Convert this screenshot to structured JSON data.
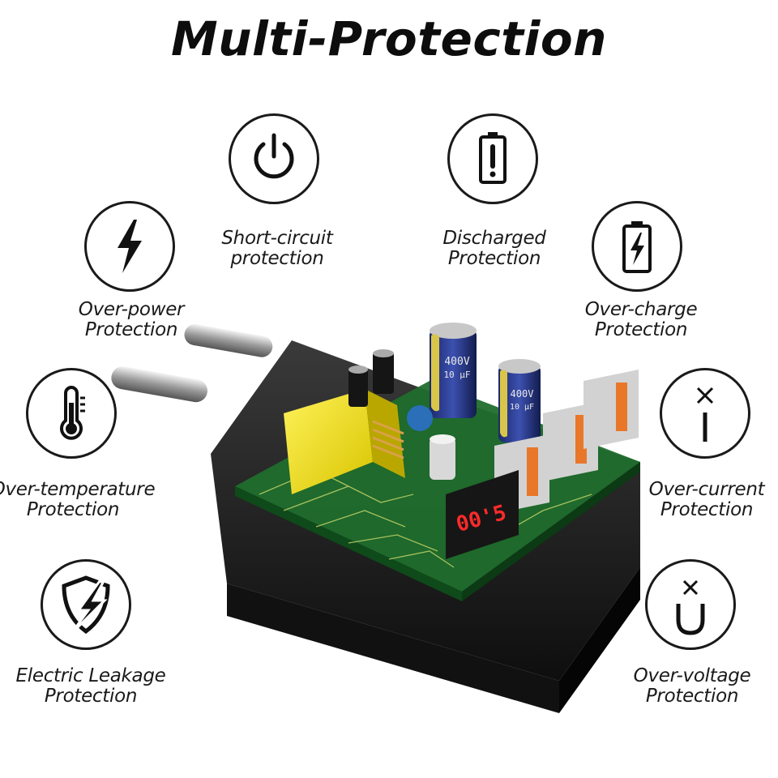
{
  "title": "Multi-Protection",
  "features": [
    {
      "id": "short-circuit",
      "icon": "power-icon",
      "line1": "Short-circuit",
      "line2": "protection"
    },
    {
      "id": "discharged",
      "icon": "battery-alert-icon",
      "line1": "Discharged",
      "line2": "Protection"
    },
    {
      "id": "over-power",
      "icon": "lightning-icon",
      "line1": "Over-power",
      "line2": "Protection"
    },
    {
      "id": "over-charge",
      "icon": "battery-charging-icon",
      "line1": "Over-charge",
      "line2": "Protection"
    },
    {
      "id": "over-temperature",
      "icon": "thermometer-icon",
      "line1": "Over-temperature",
      "line2": "Protection"
    },
    {
      "id": "over-current",
      "icon": "current-icon",
      "line1": "Over-current",
      "line2": "Protection"
    },
    {
      "id": "electric-leakage",
      "icon": "shield-lightning-icon",
      "line1": "Electric Leakage",
      "line2": "Protection"
    },
    {
      "id": "over-voltage",
      "icon": "voltage-icon",
      "line1": "Over-voltage",
      "line2": "Protection"
    }
  ],
  "product": {
    "capacitor_1_text": "400V",
    "capacitor_1_sub": "10 µF",
    "capacitor_2_text": "400V",
    "capacitor_2_sub": "10 µF",
    "display_reading": "00'5"
  }
}
